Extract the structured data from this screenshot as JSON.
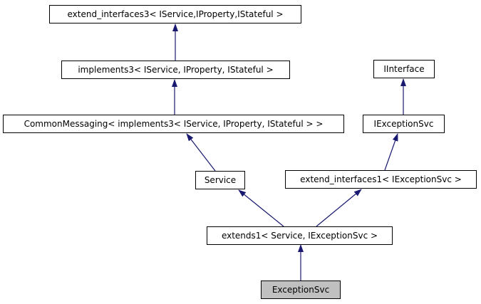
{
  "diagram": {
    "type": "class-inheritance-graph",
    "colors": {
      "background": "#ffffff",
      "node_border": "#000000",
      "node_fill": "#ffffff",
      "highlighted_node_fill": "#c0c0c0",
      "edge": "#191970",
      "text": "#000000"
    },
    "nodes": [
      {
        "id": "extend_interfaces3",
        "label": "extend_interfaces3< IService,IProperty,IStateful >",
        "highlighted": false
      },
      {
        "id": "implements3",
        "label": "implements3< IService, IProperty, IStateful >",
        "highlighted": false
      },
      {
        "id": "IInterface",
        "label": "IInterface",
        "highlighted": false
      },
      {
        "id": "CommonMessaging",
        "label": "CommonMessaging< implements3< IService, IProperty, IStateful > >",
        "highlighted": false
      },
      {
        "id": "IExceptionSvc",
        "label": "IExceptionSvc",
        "highlighted": false
      },
      {
        "id": "Service",
        "label": "Service",
        "highlighted": false
      },
      {
        "id": "extend_interfaces1",
        "label": "extend_interfaces1< IExceptionSvc >",
        "highlighted": false
      },
      {
        "id": "extends1",
        "label": "extends1< Service, IExceptionSvc >",
        "highlighted": false
      },
      {
        "id": "ExceptionSvc",
        "label": "ExceptionSvc",
        "highlighted": true
      }
    ],
    "edges": [
      {
        "from": "implements3",
        "to": "extend_interfaces3",
        "relation": "inherits"
      },
      {
        "from": "CommonMessaging",
        "to": "implements3",
        "relation": "inherits"
      },
      {
        "from": "Service",
        "to": "CommonMessaging",
        "relation": "inherits"
      },
      {
        "from": "IExceptionSvc",
        "to": "IInterface",
        "relation": "inherits"
      },
      {
        "from": "extend_interfaces1",
        "to": "IExceptionSvc",
        "relation": "inherits"
      },
      {
        "from": "extends1",
        "to": "Service",
        "relation": "inherits"
      },
      {
        "from": "extends1",
        "to": "extend_interfaces1",
        "relation": "inherits"
      },
      {
        "from": "ExceptionSvc",
        "to": "extends1",
        "relation": "inherits"
      }
    ]
  }
}
